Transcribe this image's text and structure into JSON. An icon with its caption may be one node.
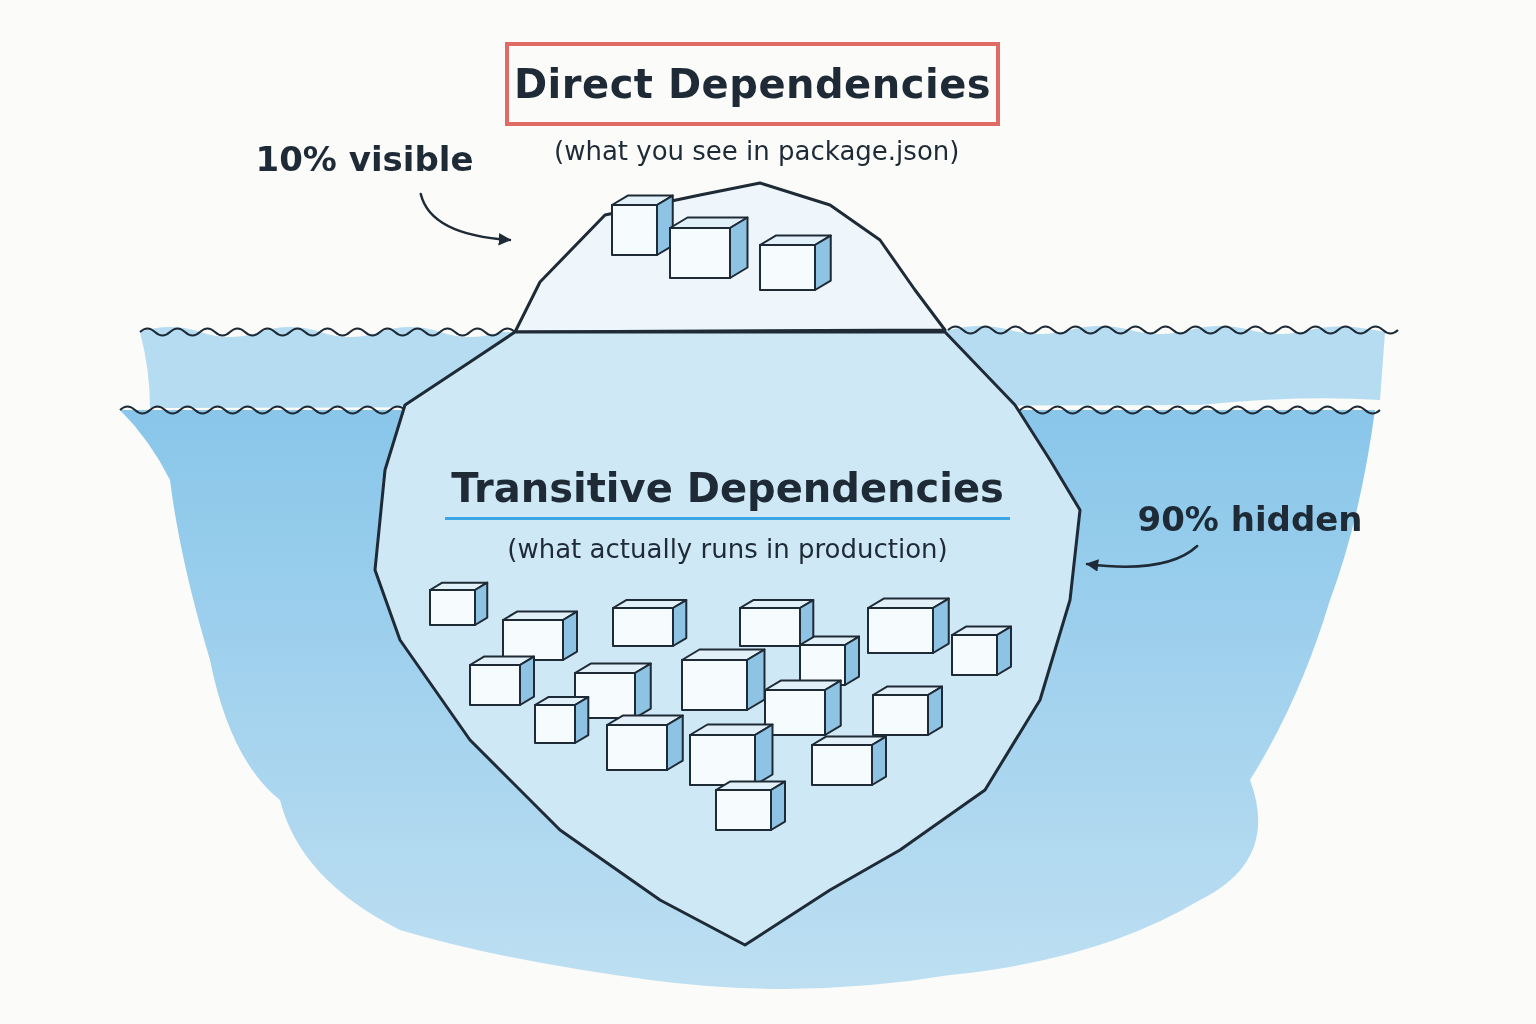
{
  "diagram": {
    "nodes": [
      {
        "text": [
          "Direct Dependencies"
        ],
        "beside": [
          "(what you see in package.json)"
        ]
      },
      {
        "text": [
          "10% visible"
        ]
      },
      {
        "text": [],
        "shape": "picture"
      },
      {
        "text": [
          "90% hidden"
        ]
      },
      {
        "text": [
          "Transitive Dependencies",
          "(what actually runs in production)"
        ]
      }
    ],
    "edges": [
      {
        "from": 1,
        "to": 2,
        "arrow": "to"
      },
      {
        "from": 3,
        "to": 4,
        "arrow": "to"
      }
    ]
  }
}
